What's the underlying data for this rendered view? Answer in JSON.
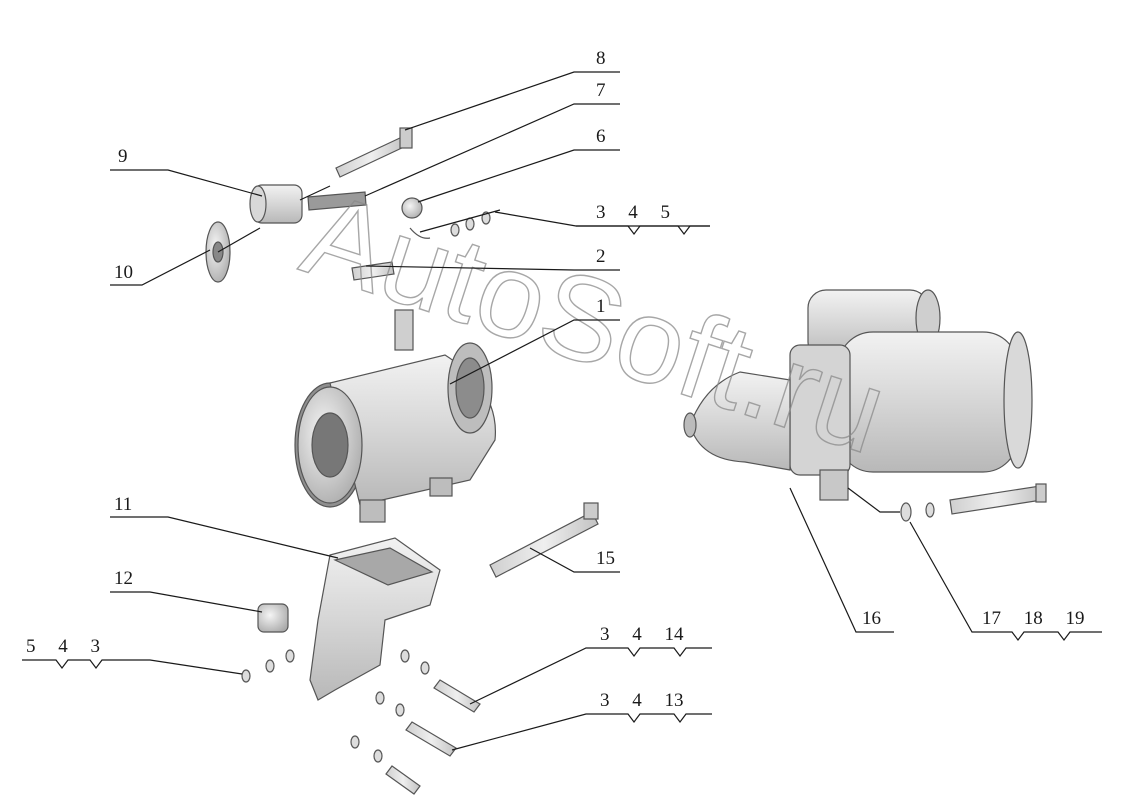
{
  "watermark": "AutoSoft.ru",
  "callouts": {
    "c1": "1",
    "c2": "2",
    "c345_top": "3 4 5",
    "c6": "6",
    "c7": "7",
    "c8": "8",
    "c9": "9",
    "c10": "10",
    "c11": "11",
    "c12": "12",
    "c15": "15",
    "c16": "16",
    "c17_18_19": "17 18 19",
    "c543_left": "5 4 3",
    "c3_4_14": "3 4 14",
    "c3_4_13": "3 4 13"
  }
}
